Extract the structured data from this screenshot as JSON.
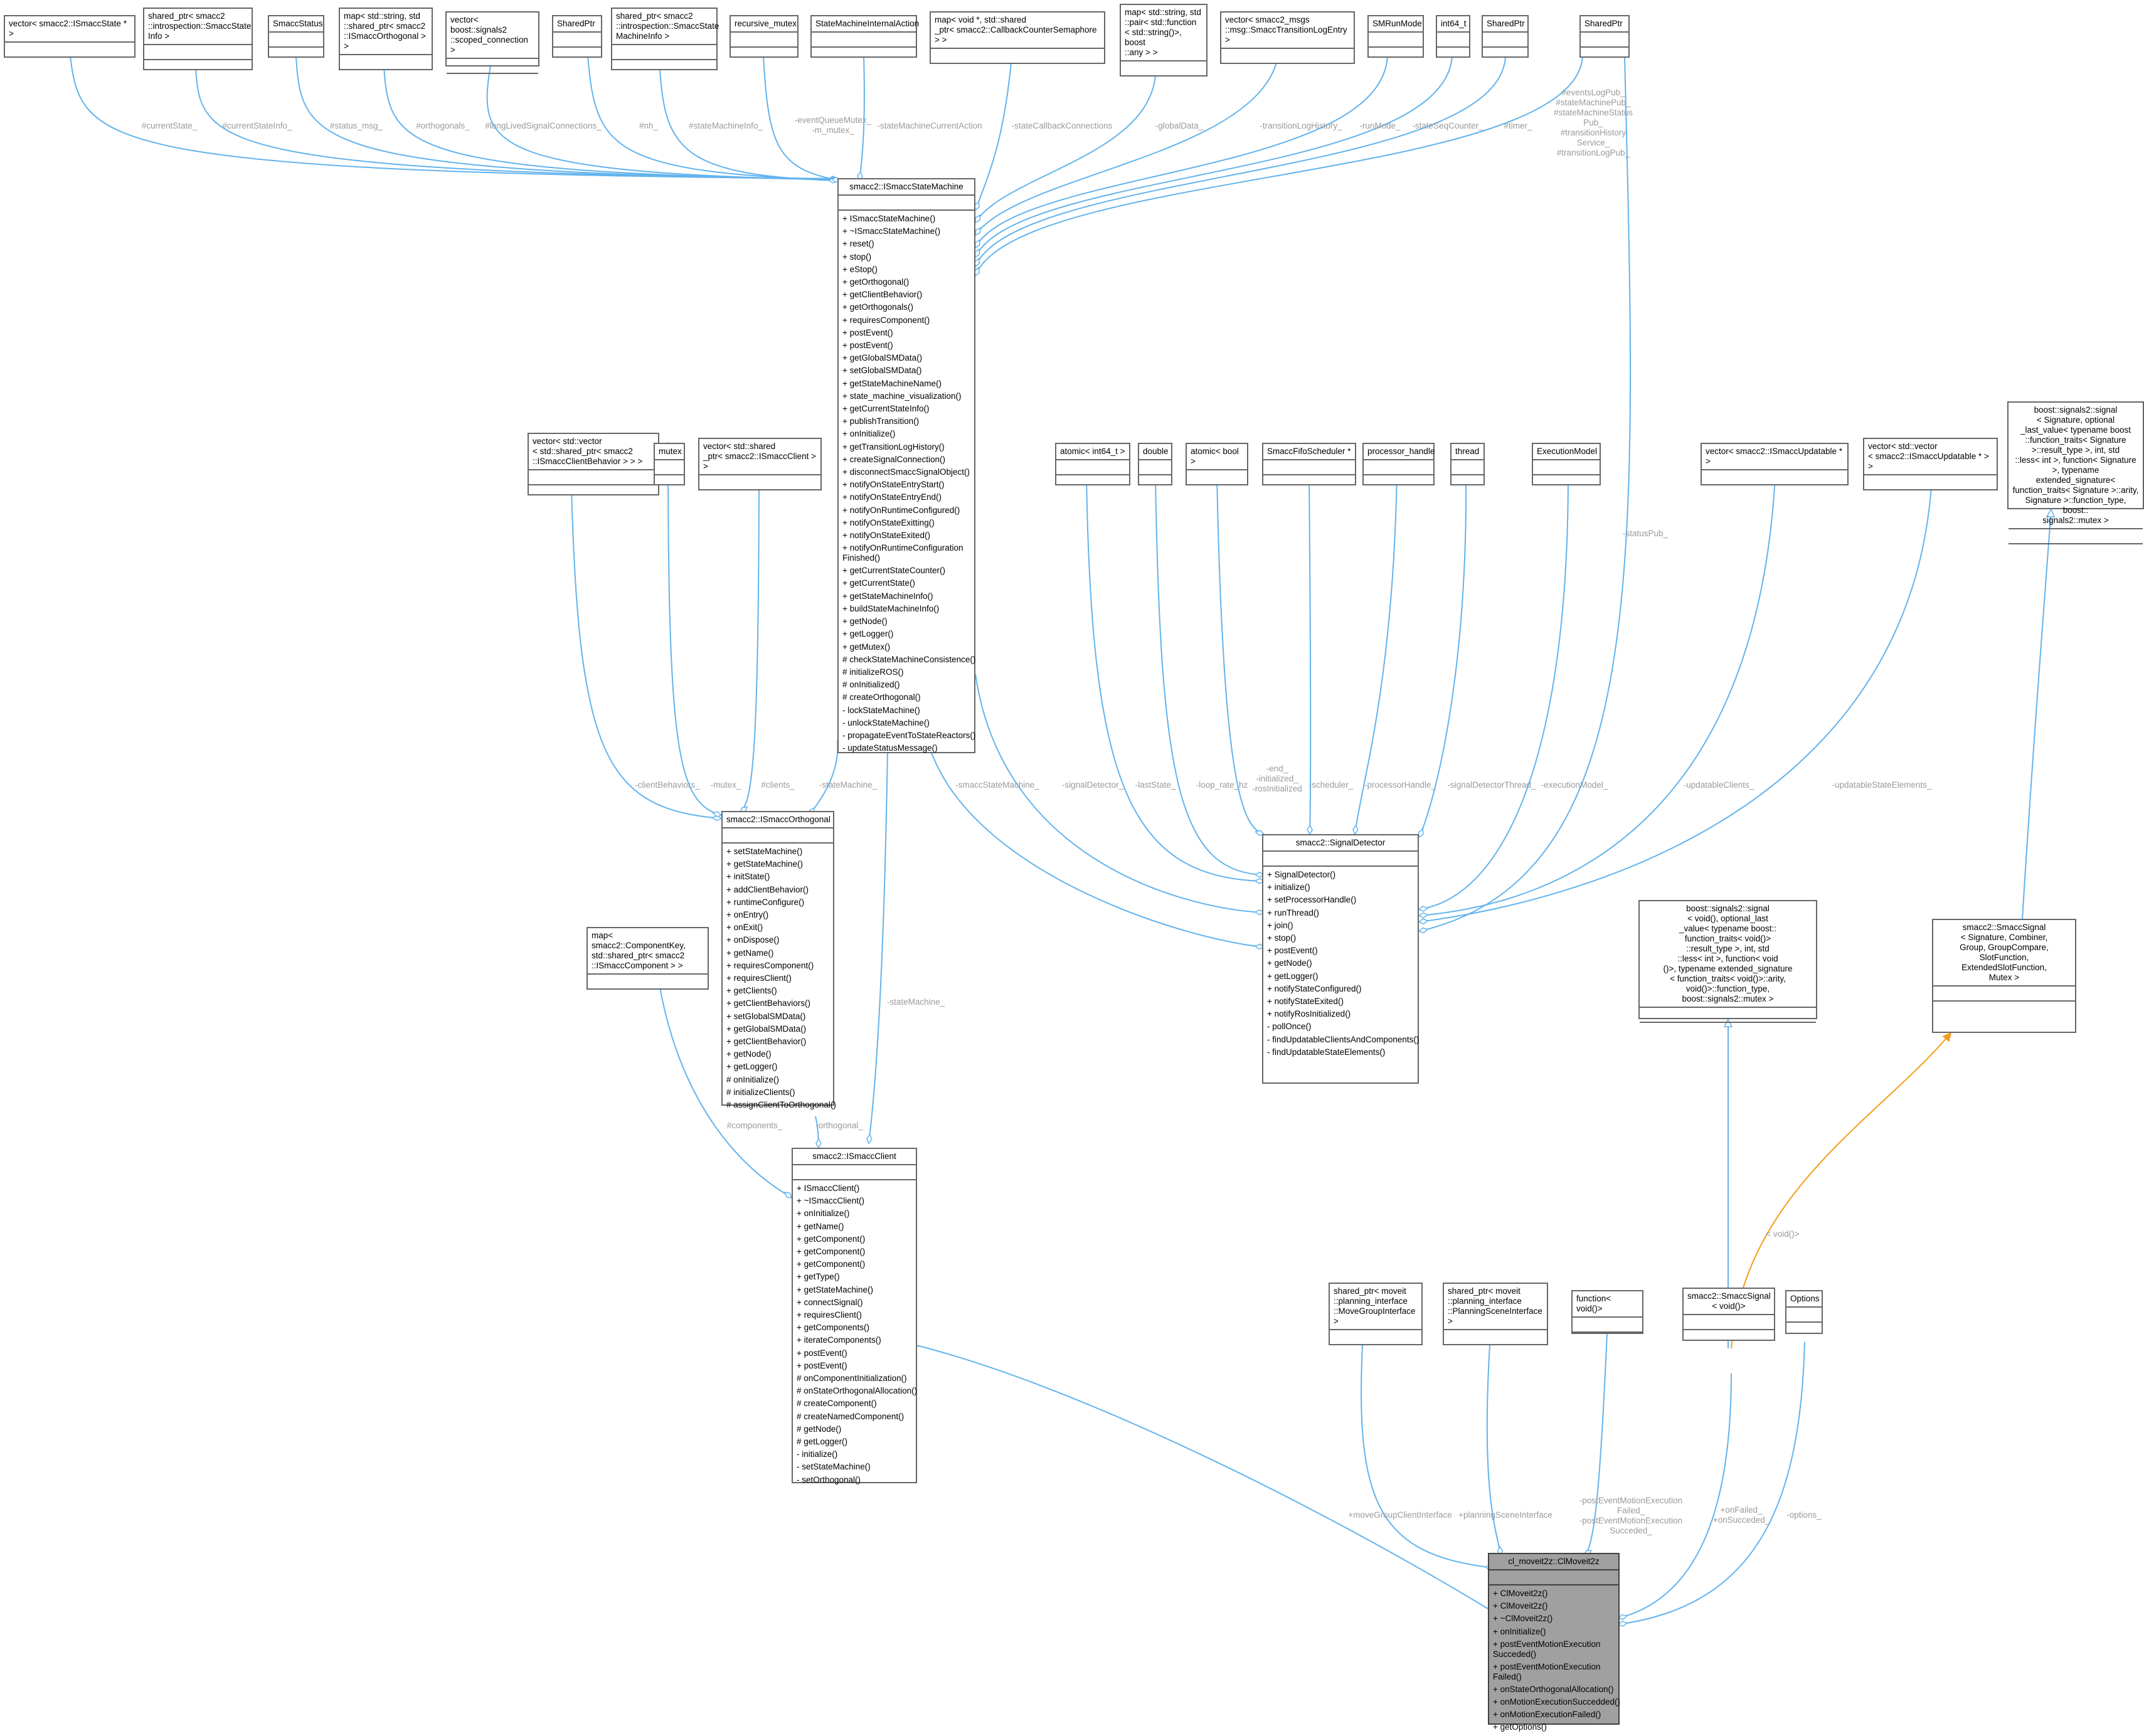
{
  "colors": {
    "edge": "#63b3ed",
    "generalization_orange": "#f59c1a",
    "label": "#9a9a9a",
    "focus_fill": "#a0a0a0"
  },
  "nodes": {
    "vec_state": {
      "title": "vector< smacc2::ISmaccState * >"
    },
    "sp_state_info": {
      "title": "shared_ptr< smacc2\n::introspection::SmaccState\nInfo >"
    },
    "smacc_status": {
      "title": "SmaccStatus"
    },
    "map_orth": {
      "title": "map< std::string, std\n::shared_ptr< smacc2\n::ISmaccOrthogonal > >"
    },
    "vec_scoped": {
      "title": "vector< boost::signals2\n::scoped_connection >"
    },
    "sharedptr1": {
      "title": "SharedPtr"
    },
    "sp_sm_info": {
      "title": "shared_ptr< smacc2\n::introspection::SmaccState\nMachineInfo >"
    },
    "rec_mutex": {
      "title": "recursive_mutex"
    },
    "sm_internal_action": {
      "title": "StateMachineInternalAction"
    },
    "map_void": {
      "title": "map< void *, std::shared\n_ptr< smacc2::CallbackCounterSemaphore > >"
    },
    "map_string_pair": {
      "title": "map< std::string, std\n::pair< std::function\n< std::string()>, boost\n::any > >"
    },
    "vec_translog": {
      "title": "vector< smacc2_msgs\n::msg::SmaccTransitionLogEntry >"
    },
    "smrunmode": {
      "title": "SMRunMode"
    },
    "int64": {
      "title": "int64_t"
    },
    "sharedptr2": {
      "title": "SharedPtr"
    },
    "sharedptr3": {
      "title": "SharedPtr"
    },
    "ism": {
      "title": "smacc2::ISmaccStateMachine",
      "methods": [
        "+ ISmaccStateMachine()",
        "+ ~ISmaccStateMachine()",
        "+ reset()",
        "+ stop()",
        "+ eStop()",
        "+ getOrthogonal()",
        "+ getClientBehavior()",
        "+ getOrthogonals()",
        "+ requiresComponent()",
        "+ postEvent()",
        "+ postEvent()",
        "+ getGlobalSMData()",
        "+ setGlobalSMData()",
        "+ getStateMachineName()",
        "+ state_machine_visualization()",
        "+ getCurrentStateInfo()",
        "+ publishTransition()",
        "+ onInitialize()",
        "+ getTransitionLogHistory()",
        "+ createSignalConnection()",
        "+ disconnectSmaccSignalObject()",
        "+ notifyOnStateEntryStart()",
        "+ notifyOnStateEntryEnd()",
        "+ notifyOnRuntimeConfigured()",
        "+ notifyOnStateExitting()",
        "+ notifyOnStateExited()",
        "+ notifyOnRuntimeConfiguration\nFinished()",
        "+ getCurrentStateCounter()",
        "+ getCurrentState()",
        "+ getStateMachineInfo()",
        "+ buildStateMachineInfo()",
        "+ getNode()",
        "+ getLogger()",
        "+ getMutex()",
        "# checkStateMachineConsistence()",
        "# initializeROS()",
        "# onInitialized()",
        "# createOrthogonal()",
        "- lockStateMachine()",
        "- unlockStateMachine()",
        "- propagateEventToStateReactors()",
        "- updateStatusMessage()"
      ]
    },
    "vec_cb": {
      "title": "vector< std::vector\n< std::shared_ptr< smacc2\n::ISmaccClientBehavior > > >"
    },
    "mutex": {
      "title": "mutex"
    },
    "vec_clients": {
      "title": "vector< std::shared\n_ptr< smacc2::ISmaccClient > >"
    },
    "orth": {
      "title": "smacc2::ISmaccOrthogonal",
      "methods": [
        "+ setStateMachine()",
        "+ getStateMachine()",
        "+ initState()",
        "+ addClientBehavior()",
        "+ runtimeConfigure()",
        "+ onEntry()",
        "+ onExit()",
        "+ onDispose()",
        "+ getName()",
        "+ requiresComponent()",
        "+ requiresClient()",
        "+ getClients()",
        "+ getClientBehaviors()",
        "+ setGlobalSMData()",
        "+ getGlobalSMData()",
        "+ getClientBehavior()",
        "+ getNode()",
        "+ getLogger()",
        "# onInitialize()",
        "# initializeClients()",
        "# assignClientToOrthogonal()"
      ]
    },
    "map_comp": {
      "title": "map< smacc2::ComponentKey,\n std::shared_ptr< smacc2\n::ISmaccComponent > >"
    },
    "client": {
      "title": "smacc2::ISmaccClient",
      "methods": [
        "+ ISmaccClient()",
        "+ ~ISmaccClient()",
        "+ onInitialize()",
        "+ getName()",
        "+ getComponent()",
        "+ getComponent()",
        "+ getComponent()",
        "+ getType()",
        "+ getStateMachine()",
        "+ connectSignal()",
        "+ requiresClient()",
        "+ getComponents()",
        "+ iterateComponents()",
        "+ postEvent()",
        "+ postEvent()",
        "# onComponentInitialization()",
        "# onStateOrthogonalAllocation()",
        "# createComponent()",
        "# createNamedComponent()",
        "# getNode()",
        "# getLogger()",
        "- initialize()",
        "- setStateMachine()",
        "- setOrthogonal()"
      ]
    },
    "atomic_int64": {
      "title": "atomic< int64_t >"
    },
    "double": {
      "title": "double"
    },
    "atomic_bool": {
      "title": "atomic< bool >"
    },
    "fifo": {
      "title": "SmaccFifoScheduler *"
    },
    "proc_handle": {
      "title": "processor_handle"
    },
    "thread": {
      "title": "thread"
    },
    "exec_model": {
      "title": "ExecutionModel"
    },
    "vec_upd": {
      "title": "vector< smacc2::ISmaccUpdatable * >"
    },
    "vec_vec_upd": {
      "title": "vector< std::vector\n< smacc2::ISmaccUpdatable * > >"
    },
    "boost_sig1": {
      "title": "boost::signals2::signal\n< Signature, optional\n_last_value< typename boost\n::function_traits< Signature\n>::result_type >, int, std\n::less< int >, function< Signature\n>, typename extended_signature<\n function_traits< Signature >::arity,\n Signature >::function_type, boost::\nsignals2::mutex >"
    },
    "detector": {
      "title": "smacc2::SignalDetector",
      "methods": [
        "+ SignalDetector()",
        "+ initialize()",
        "+ setProcessorHandle()",
        "+ runThread()",
        "+ join()",
        "+ stop()",
        "+ postEvent()",
        "+ getNode()",
        "+ getLogger()",
        "+ notifyStateConfigured()",
        "+ notifyStateExited()",
        "+ notifyRosInitialized()",
        "- pollOnce()",
        "- findUpdatableClientsAndComponents()",
        "- findUpdatableStateElements()"
      ]
    },
    "boost_sig2": {
      "title": "boost::signals2::signal\n< void(), optional_last\n_value< typename boost::\nfunction_traits< void()>\n::result_type >, int, std\n::less< int >, function< void\n()>, typename extended_signature\n< function_traits< void()>::arity,\n void()>::function_type, boost::signals2::mutex >"
    },
    "smacc_signal_tpl": {
      "title": "smacc2::SmaccSignal\n< Signature, Combiner,\n Group, GroupCompare,\n SlotFunction, ExtendedSlotFunction,\n Mutex >"
    },
    "sp_movegroup": {
      "title": "shared_ptr< moveit\n::planning_interface\n::MoveGroupInterface >"
    },
    "sp_planning": {
      "title": "shared_ptr< moveit\n::planning_interface\n::PlanningSceneInterface >"
    },
    "func_void": {
      "title": "function< void()>"
    },
    "smacc_signal_void": {
      "title": "smacc2::SmaccSignal\n< void()>"
    },
    "options": {
      "title": "Options"
    },
    "clmoveit": {
      "title": "cl_moveit2z::ClMoveit2z",
      "methods": [
        "+ ClMoveit2z()",
        "+ ClMoveit2z()",
        "+ ~ClMoveit2z()",
        "+ onInitialize()",
        "+ postEventMotionExecution\nSucceded()",
        "+ postEventMotionExecution\nFailed()",
        "+ onStateOrthogonalAllocation()",
        "+ onMotionExecutionSuccedded()",
        "+ onMotionExecutionFailed()",
        "+ getOptions()"
      ]
    }
  },
  "edge_labels": {
    "e1": "#currentState_",
    "e2": "#currentStateInfo_",
    "e3": "#status_msg_",
    "e4": "#orthogonals_",
    "e5": "#longLivedSignalConnections_",
    "e6": "#nh_",
    "e7": "#stateMachineInfo_",
    "e8": "-eventQueueMutex_\n-m_mutex_",
    "e9": "-stateMachineCurrentAction",
    "e10": "-stateCallbackConnections",
    "e11": "-globalData_",
    "e12": "-transitionLogHistory_",
    "e13": "-runMode_",
    "e14": "-stateSeqCounter_",
    "e15": "#timer_",
    "e16": "#eventsLogPub_\n#stateMachinePub_\n#stateMachineStatus\nPub_\n#transitionHistory\nService_\n#transitionLogPub_",
    "e17": "-statusPub_",
    "e18": "-clientBehaviors_",
    "e19": "-mutex_",
    "e20": "#clients_",
    "e21": "-stateMachine_",
    "e22": "-stateMachine_",
    "e23": "#components_",
    "e24": "-orthogonal_",
    "e25": "-smaccStateMachine_",
    "e26": "-signalDetector_",
    "e27": "-lastState_",
    "e28": "-loop_rate_hz",
    "e29": "-end_\n-initialized_\n-rosInitialized",
    "e30": "-scheduler_",
    "e31": "-processorHandle_",
    "e32": "-signalDetectorThread_",
    "e33": "-executionModel_",
    "e34": "-updatableClients_",
    "e35": "-updatableStateElements_",
    "e36": "< void()>",
    "e37": "+moveGroupClientInterface",
    "e38": "+planningSceneInterface",
    "e39": "-postEventMotionExecution\nFailed_\n-postEventMotionExecution\nSucceded_",
    "e40": "+onFailed_\n+onSucceded_",
    "e41": "-options_"
  }
}
